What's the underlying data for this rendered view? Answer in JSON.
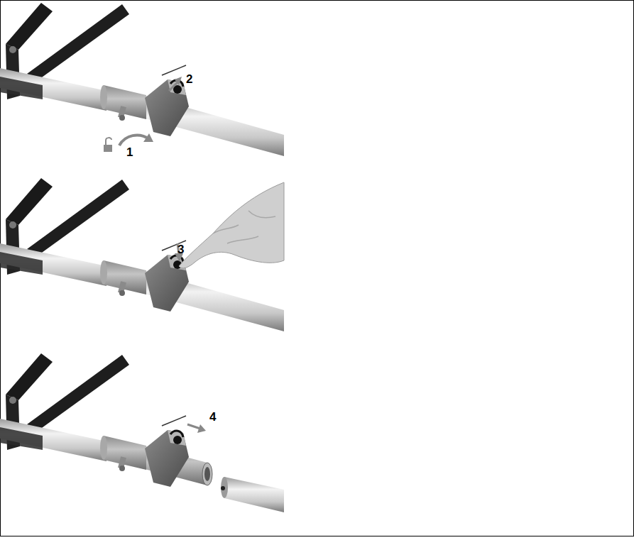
{
  "diagram": {
    "labels": [
      "2",
      "1",
      "3",
      "4"
    ]
  }
}
